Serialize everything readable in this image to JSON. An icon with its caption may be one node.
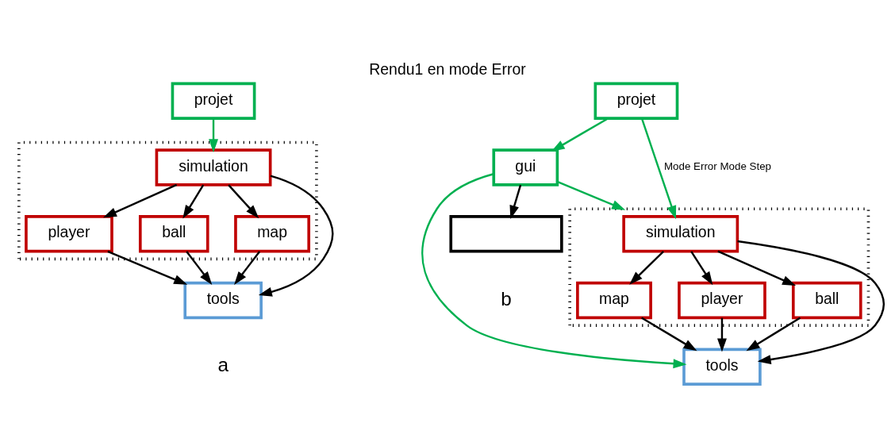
{
  "diagram": {
    "title": "Rendu1 en mode Error",
    "nodes": [
      {
        "text": [
          "projet"
        ]
      },
      {
        "text": [],
        "shape": "box"
      },
      {
        "text": [
          "simulation"
        ],
        "in": 1
      },
      {
        "text": [
          "player"
        ],
        "in": 1
      },
      {
        "text": [
          "ball"
        ],
        "in": 1
      },
      {
        "text": [
          "map"
        ],
        "in": 1
      },
      {
        "text": [
          "tools"
        ]
      },
      {
        "text": [
          "projet"
        ]
      },
      {
        "text": [
          "gui"
        ]
      },
      {
        "text": [],
        "shape": "box"
      },
      {
        "text": [
          "simulation"
        ],
        "in": 9
      },
      {
        "text": [
          "player"
        ],
        "in": 9
      },
      {
        "text": [
          "ball"
        ],
        "in": 9
      },
      {
        "text": [
          "map"
        ],
        "in": 9
      },
      {
        "text": [
          "tools"
        ]
      },
      {
        "text": [],
        "shape": "box"
      }
    ],
    "edges": [
      {
        "from": 0,
        "to": 2,
        "arrow": "to",
        "color": "#00b050"
      },
      {
        "from": 2,
        "to": 3,
        "arrow": "to"
      },
      {
        "from": 2,
        "to": 4,
        "arrow": "to"
      },
      {
        "from": 2,
        "to": 5,
        "arrow": "to"
      },
      {
        "from": 2,
        "to": 6,
        "arrow": "to"
      },
      {
        "from": 3,
        "to": 6,
        "arrow": "to"
      },
      {
        "from": 4,
        "to": 6,
        "arrow": "to"
      },
      {
        "from": 5,
        "to": 6,
        "arrow": "to"
      },
      {
        "from": 7,
        "to": 10,
        "arrow": "to",
        "label": "Mode Error Mode Step",
        "color": "#00b050"
      },
      {
        "from": 7,
        "to": 8,
        "arrow": "to",
        "color": "#00b050"
      },
      {
        "from": 8,
        "to": 9,
        "arrow": "to",
        "color": "#00b050"
      },
      {
        "from": 8,
        "to": 14,
        "arrow": "to",
        "color": "#00b050"
      },
      {
        "from": 8,
        "to": 15,
        "arrow": "to"
      },
      {
        "from": 10,
        "to": 11,
        "arrow": "to"
      },
      {
        "from": 10,
        "to": 12,
        "arrow": "to"
      },
      {
        "from": 10,
        "to": 13,
        "arrow": "to"
      },
      {
        "from": 10,
        "to": 14,
        "arrow": "to"
      },
      {
        "from": 11,
        "to": 14,
        "arrow": "to"
      },
      {
        "from": 12,
        "to": 14,
        "arrow": "to"
      },
      {
        "from": 13,
        "to": 14,
        "arrow": "to"
      }
    ],
    "labels": [
      "a",
      "b"
    ]
  }
}
